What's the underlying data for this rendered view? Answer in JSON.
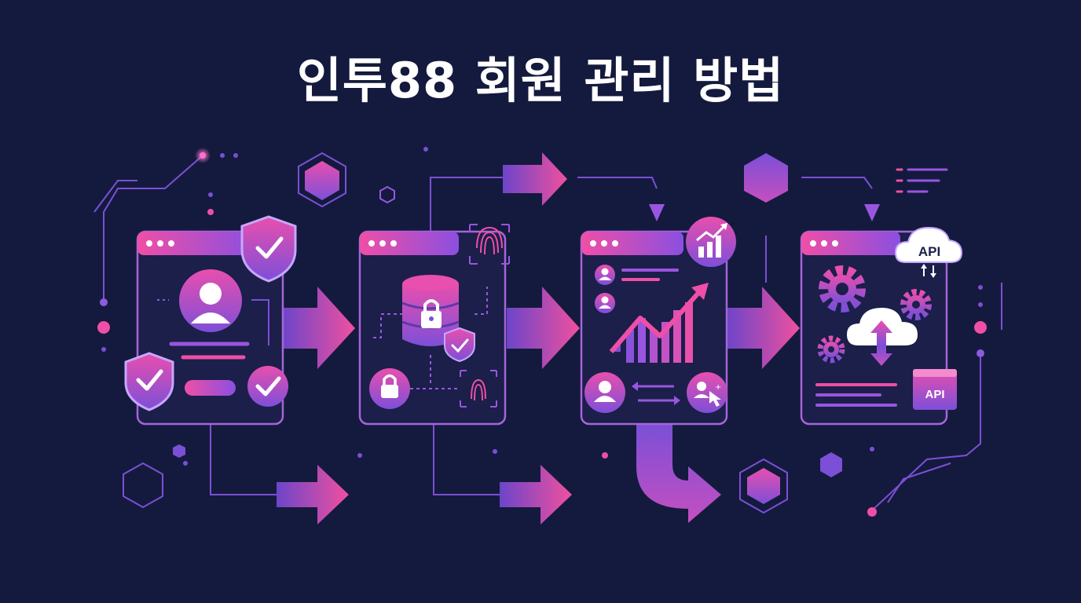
{
  "title": "인투88 회원 관리 방법",
  "colors": {
    "background": "#141a3d",
    "pink": "#ef4fa6",
    "purple": "#7b4fd6",
    "violet": "#9a55e0",
    "panel_border": "#a565d8",
    "white": "#ffffff"
  },
  "steps": [
    {
      "icons": [
        "shield-check-icon",
        "user-avatar-icon",
        "check-badge-icon"
      ]
    },
    {
      "icons": [
        "fingerprint-icon",
        "database-lock-icon",
        "lock-icon"
      ]
    },
    {
      "icons": [
        "growth-chart-icon",
        "users-list-icon",
        "user-swap-icon"
      ]
    },
    {
      "icons": [
        "api-cloud-icon",
        "gear-icon",
        "cloud-sync-icon",
        "api-window-icon"
      ]
    }
  ],
  "labels": {
    "api_cloud": "API",
    "api_window": "API"
  }
}
